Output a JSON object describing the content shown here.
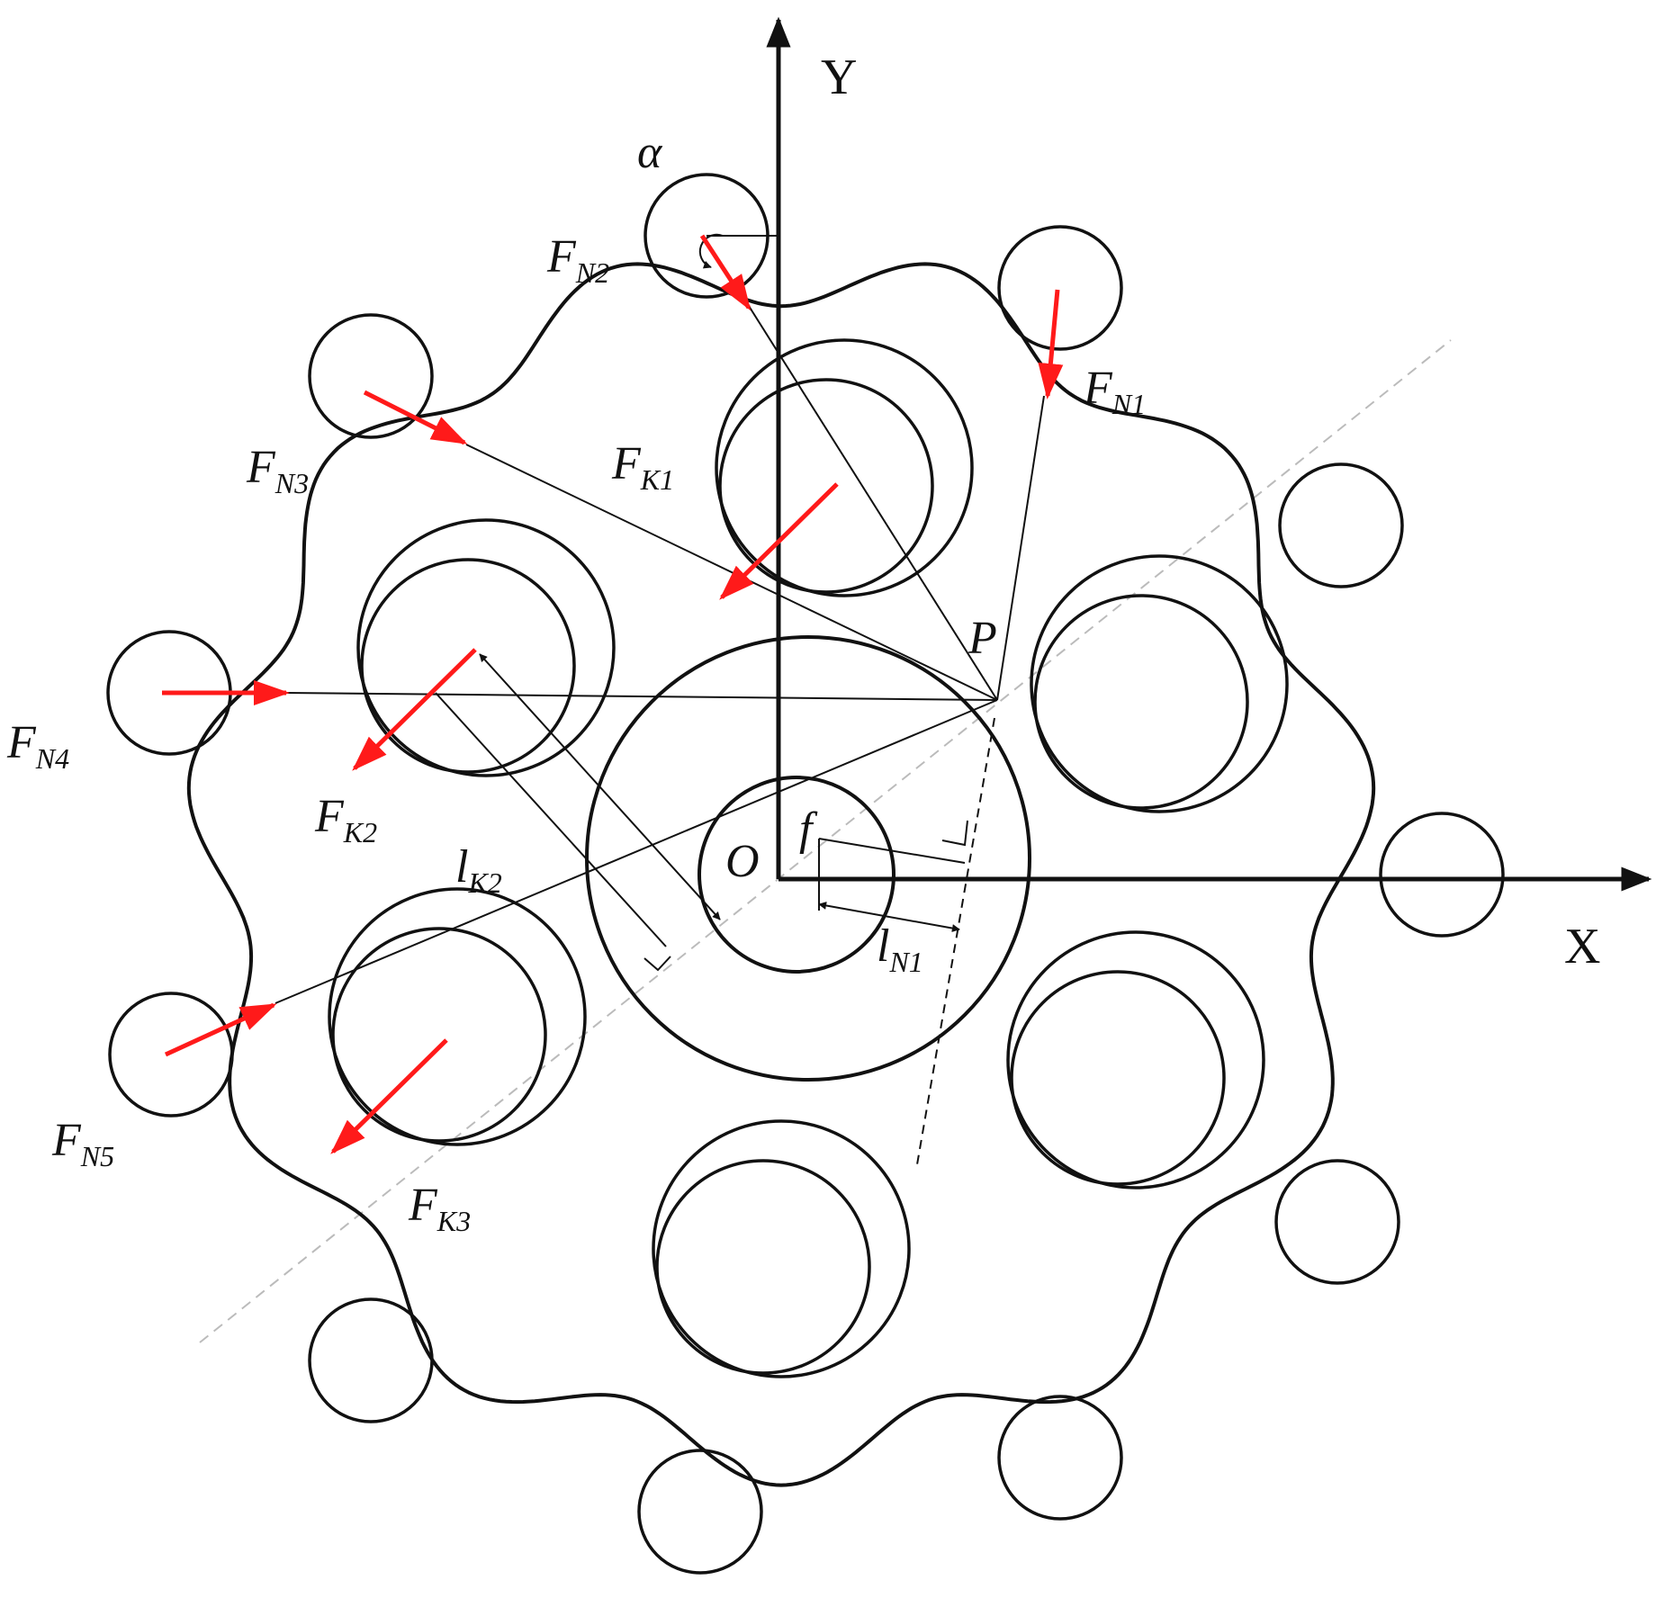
{
  "axes": {
    "x_label": "X",
    "y_label": "Y",
    "origin_label": "O"
  },
  "points": {
    "P": "P"
  },
  "angle_label": "α",
  "offset_label": "f",
  "distances": {
    "lK2": {
      "main": "l",
      "sub": "K2"
    },
    "lN1": {
      "main": "l",
      "sub": "N1"
    }
  },
  "forces": {
    "FN1": {
      "main": "F",
      "sub": "N1"
    },
    "FN2": {
      "main": "F",
      "sub": "N2"
    },
    "FN3": {
      "main": "F",
      "sub": "N3"
    },
    "FN4": {
      "main": "F",
      "sub": "N4"
    },
    "FN5": {
      "main": "F",
      "sub": "N5"
    },
    "FK1": {
      "main": "F",
      "sub": "K1"
    },
    "FK2": {
      "main": "F",
      "sub": "K2"
    },
    "FK3": {
      "main": "F",
      "sub": "K3"
    }
  },
  "colors": {
    "force_arrow": "#ff1a1a",
    "line": "#111111",
    "guide": "#bbbbbb"
  }
}
